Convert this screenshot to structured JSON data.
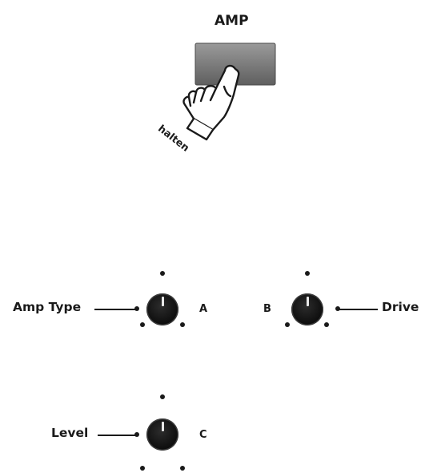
{
  "button": {
    "title": "AMP",
    "hint": "halten"
  },
  "knobs": [
    {
      "label": "Amp Type",
      "letter": "A"
    },
    {
      "label": "Drive",
      "letter": "B"
    },
    {
      "label": "Level",
      "letter": "C"
    }
  ],
  "icons": {
    "hand": "pressing-hand-icon",
    "knob": "rotary-knob-icon"
  },
  "colors": {
    "button": "#777777",
    "ink": "#1a1a1a",
    "knob": "#111111"
  }
}
